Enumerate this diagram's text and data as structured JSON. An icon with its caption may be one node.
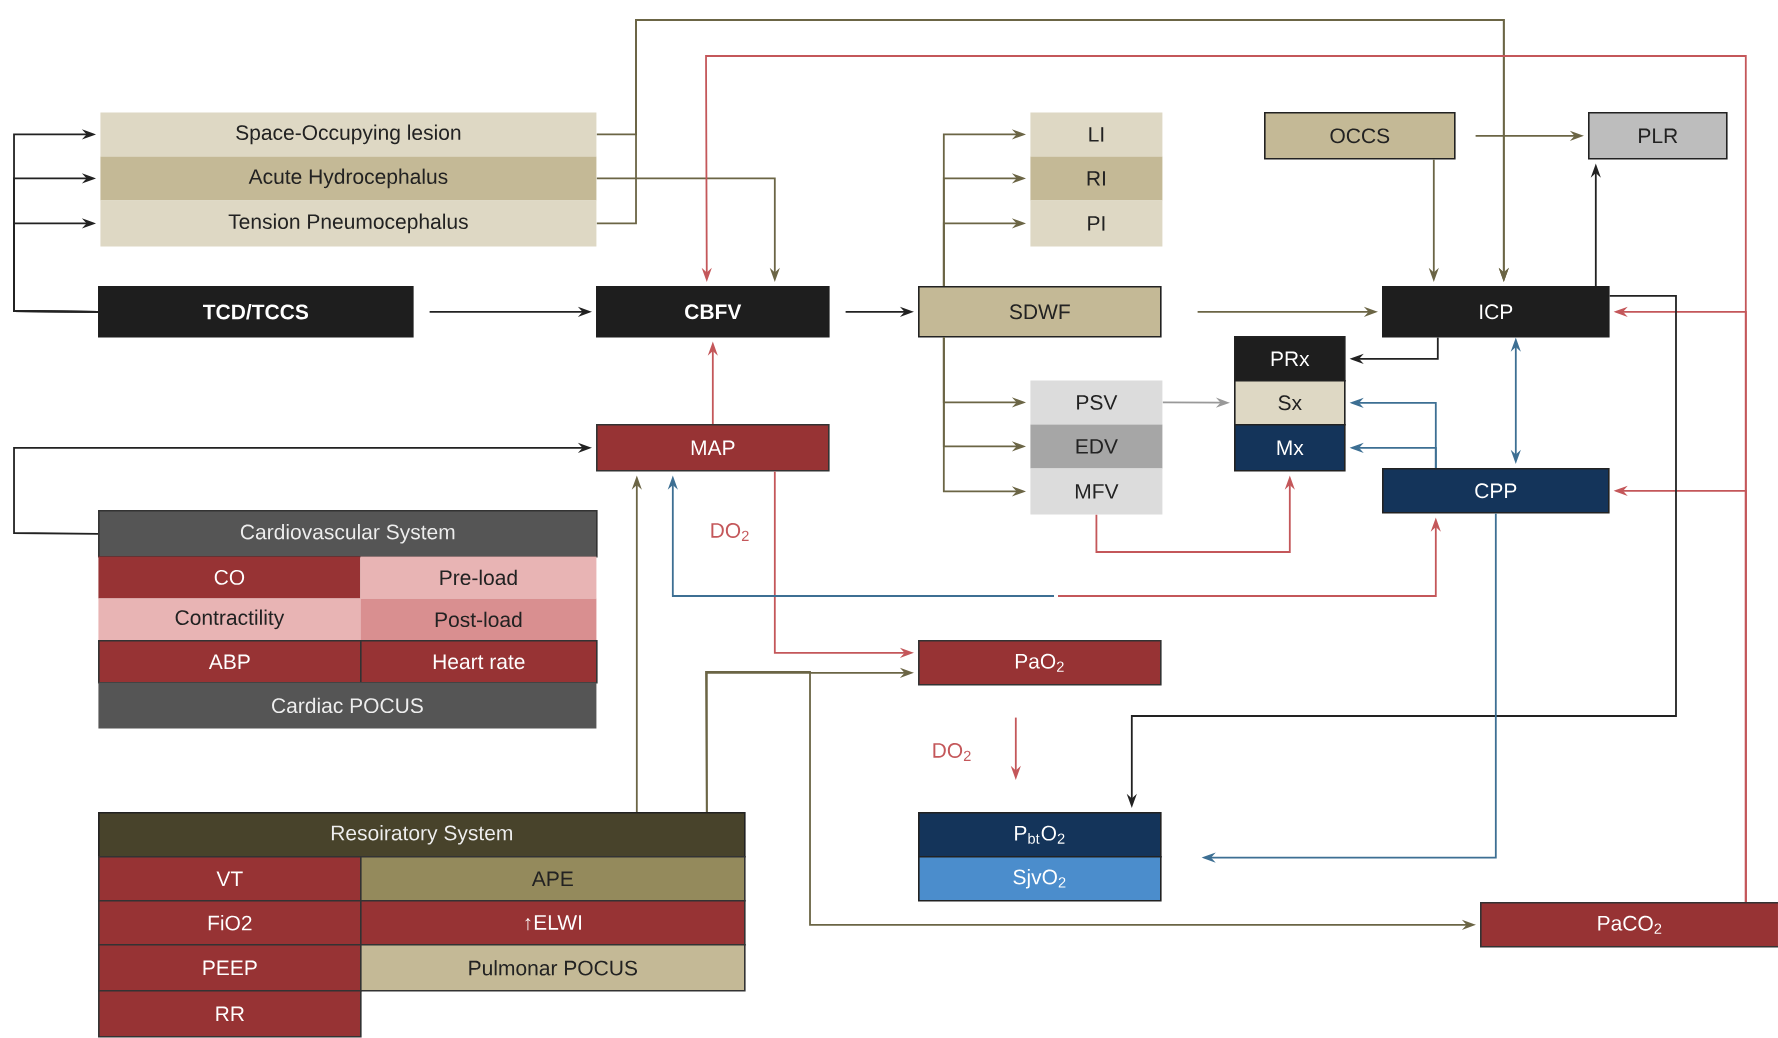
{
  "diagram": {
    "nodes": [
      {
        "text": [
          "Space-Occupying lesion"
        ]
      },
      {
        "text": [
          "Acute Hydrocephalus"
        ]
      },
      {
        "text": [
          "Tension Pneumocephalus"
        ]
      },
      {
        "text": [
          "TCD/TCCS"
        ]
      },
      {
        "text": [
          "CBFV"
        ]
      },
      {
        "text": [
          "LI"
        ]
      },
      {
        "text": [
          "RI"
        ]
      },
      {
        "text": [
          "PI"
        ]
      },
      {
        "text": [
          "OCCS"
        ]
      },
      {
        "text": [
          "PLR"
        ]
      },
      {
        "text": [
          "SDWF"
        ]
      },
      {
        "text": [
          "ICP"
        ]
      },
      {
        "text": [
          "PRx"
        ]
      },
      {
        "text": [
          "Sx"
        ]
      },
      {
        "text": [
          "Mx"
        ]
      },
      {
        "text": [
          "PSV"
        ]
      },
      {
        "text": [
          "EDV"
        ]
      },
      {
        "text": [
          "MFV"
        ]
      },
      {
        "text": [
          "MAP"
        ]
      },
      {
        "text": [
          "CPP"
        ]
      },
      {
        "text": [
          "Cardiovascular System"
        ]
      },
      {
        "text": [
          "CO"
        ]
      },
      {
        "text": [
          "Pre-load"
        ]
      },
      {
        "text": [
          "Contractility"
        ]
      },
      {
        "text": [
          "Post-load"
        ]
      },
      {
        "text": [
          "ABP"
        ]
      },
      {
        "text": [
          "Heart rate"
        ]
      },
      {
        "text": [
          "Cardiac POCUS"
        ]
      },
      {
        "text": [
          "PaO$_{2}$"
        ]
      },
      {
        "text": [
          "Resoiratory System"
        ]
      },
      {
        "text": [
          "VT"
        ]
      },
      {
        "text": [
          "APE"
        ]
      },
      {
        "text": [
          "FiO2"
        ]
      },
      {
        "text": [
          "↑ELWI"
        ]
      },
      {
        "text": [
          "PEEP"
        ]
      },
      {
        "text": [
          "Pulmonar POCUS"
        ]
      },
      {
        "text": [
          "RR"
        ]
      },
      {
        "text": [
          "P$_{bt}$O$_{2}$"
        ]
      },
      {
        "text": [
          "SjvO$_{2}$"
        ]
      },
      {
        "text": [
          "PaCO$_{2}$"
        ]
      }
    ],
    "edges": [
      {
        "from": 3,
        "to": 0,
        "arrow": "to",
        "color": "#222222"
      },
      {
        "from": 3,
        "to": 1,
        "arrow": "to",
        "color": "#222222"
      },
      {
        "from": 3,
        "to": 2,
        "arrow": "to",
        "color": "#222222"
      },
      {
        "from": 3,
        "to": 4,
        "arrow": "to",
        "color": "#222222"
      },
      {
        "from": 0,
        "to": 11,
        "arrow": "to"
      },
      {
        "from": 2,
        "to": 11,
        "arrow": "to"
      },
      {
        "from": 1,
        "to": 4,
        "arrow": "to"
      },
      {
        "from": 39,
        "to": 4,
        "arrow": "to",
        "color": "#c4575a"
      },
      {
        "from": 39,
        "to": 11,
        "arrow": "to",
        "color": "#c4575a"
      },
      {
        "from": 39,
        "to": 19,
        "arrow": "to",
        "color": "#c4575a"
      },
      {
        "from": 4,
        "to": 10,
        "arrow": "to",
        "color": "#222222"
      },
      {
        "from": 18,
        "to": 4,
        "arrow": "to",
        "color": "#c4575a"
      },
      {
        "from": 20,
        "to": 18,
        "arrow": "to",
        "color": "#222222"
      },
      {
        "from": 10,
        "to": 5,
        "arrow": "to"
      },
      {
        "from": 10,
        "to": 6,
        "arrow": "to"
      },
      {
        "from": 10,
        "to": 7,
        "arrow": "to"
      },
      {
        "from": 10,
        "to": 15,
        "arrow": "to"
      },
      {
        "from": 10,
        "to": 16,
        "arrow": "to"
      },
      {
        "from": 10,
        "to": 17,
        "arrow": "to"
      },
      {
        "from": 10,
        "to": 11,
        "arrow": "to"
      },
      {
        "from": 8,
        "to": 9,
        "arrow": "to"
      },
      {
        "from": 8,
        "to": 11,
        "arrow": "to"
      },
      {
        "from": 11,
        "to": 9,
        "arrow": "to",
        "color": "#222222"
      },
      {
        "from": 11,
        "to": 12,
        "arrow": "to",
        "color": "#222222"
      },
      {
        "from": 11,
        "to": 19,
        "arrow": "both",
        "color": "#3d6f93"
      },
      {
        "from": 19,
        "to": 13,
        "arrow": "to",
        "color": "#3d6f93"
      },
      {
        "from": 19,
        "to": 14,
        "arrow": "to",
        "color": "#3d6f93"
      },
      {
        "from": 15,
        "to": 13,
        "arrow": "to",
        "color": "#999999"
      },
      {
        "from": 17,
        "to": 14,
        "arrow": "to",
        "color": "#c4575a"
      },
      {
        "from": 18,
        "to": 28,
        "arrow": "to",
        "color": "#c4575a",
        "label": "DO$_{2}$"
      },
      {
        "from": null,
        "to": 18,
        "arrow": "to",
        "color": "#3d6f93"
      },
      {
        "from": null,
        "to": 19,
        "arrow": "to",
        "color": "#c4575a"
      },
      {
        "from": 29,
        "to": 18,
        "arrow": "to"
      },
      {
        "from": 29,
        "to": 28,
        "arrow": "to"
      },
      {
        "from": 29,
        "to": 39,
        "arrow": "to"
      },
      {
        "from": 28,
        "to": 37,
        "arrow": "to",
        "color": "#c4575a",
        "label": "DO$_{2}$"
      },
      {
        "from": 11,
        "to": 37,
        "arrow": "to",
        "color": "#222222"
      },
      {
        "from": 19,
        "to": 37,
        "arrow": "to",
        "color": "#3d6f93"
      }
    ]
  }
}
